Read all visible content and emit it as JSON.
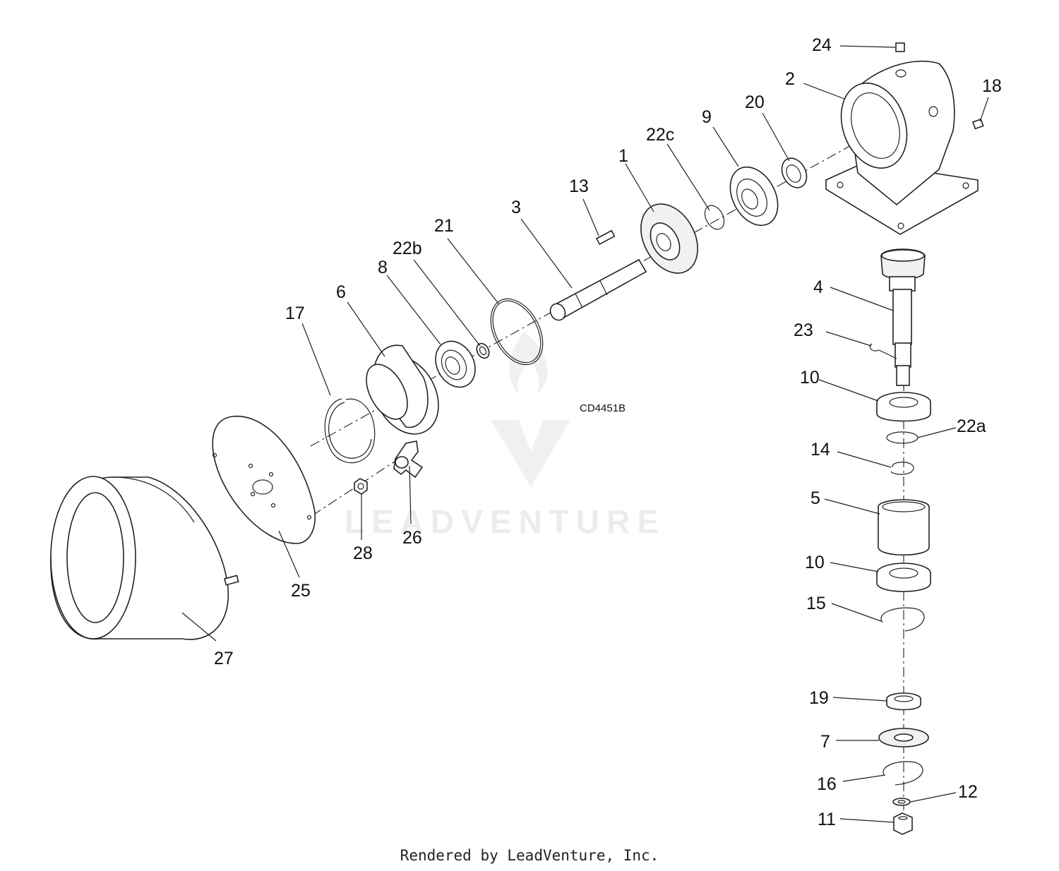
{
  "drawing_code": "CD4451B",
  "watermark_text": "LEADVENTURE",
  "footer_text": "Rendered by LeadVenture, Inc.",
  "callouts": {
    "c24": "24",
    "c2": "2",
    "c18": "18",
    "c20": "20",
    "c9": "9",
    "c22c": "22c",
    "c1": "1",
    "c13": "13",
    "c3": "3",
    "c21": "21",
    "c22b": "22b",
    "c8": "8",
    "c6": "6",
    "c17": "17",
    "c4": "4",
    "c23": "23",
    "c10a": "10",
    "c22a": "22a",
    "c14": "14",
    "c5": "5",
    "c10b": "10",
    "c15": "15",
    "c19": "19",
    "c7": "7",
    "c16": "16",
    "c12": "12",
    "c11": "11",
    "c26": "26",
    "c28": "28",
    "c25": "25",
    "c27": "27"
  },
  "colors": {
    "line": "#222222",
    "watermark": "#ececec"
  }
}
